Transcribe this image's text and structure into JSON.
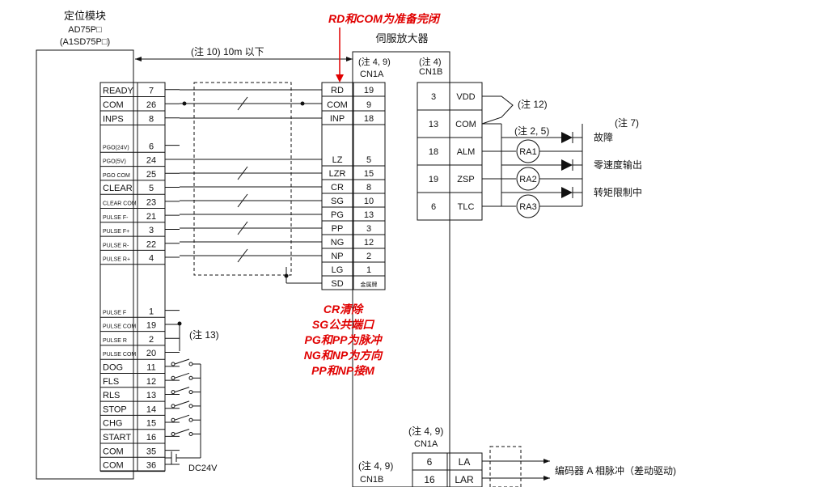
{
  "left_module": {
    "title": "定位模块",
    "model_1": "AD75P□",
    "model_2": "(A1SD75P□)",
    "pins_top": [
      {
        "label": "READY",
        "num": "7"
      },
      {
        "label": "COM",
        "num": "26"
      },
      {
        "label": "INPS",
        "num": "8"
      }
    ],
    "pins_mid": [
      {
        "label": "PGO(24V)",
        "num": "6"
      },
      {
        "label": "PGO(5V)",
        "num": "24"
      },
      {
        "label": "PGO COM",
        "num": "25"
      },
      {
        "label": "CLEAR",
        "num": "5"
      },
      {
        "label": "CLEAR COM",
        "num": "23"
      },
      {
        "label": "PULSE F-",
        "num": "21"
      },
      {
        "label": "PULSE F+",
        "num": "3"
      },
      {
        "label": "PULSE R-",
        "num": "22"
      },
      {
        "label": "PULSE R+",
        "num": "4"
      }
    ],
    "pins_bottom": [
      {
        "label": "PULSE F",
        "num": "1"
      },
      {
        "label": "PULSE COM",
        "num": "19"
      },
      {
        "label": "PULSE R",
        "num": "2"
      },
      {
        "label": "PULSE COM",
        "num": "20"
      },
      {
        "label": "DOG",
        "num": "11"
      },
      {
        "label": "FLS",
        "num": "12"
      },
      {
        "label": "RLS",
        "num": "13"
      },
      {
        "label": "STOP",
        "num": "14"
      },
      {
        "label": "CHG",
        "num": "15"
      },
      {
        "label": "START",
        "num": "16"
      },
      {
        "label": "COM",
        "num": "35"
      },
      {
        "label": "COM",
        "num": "36"
      }
    ]
  },
  "servo": {
    "title": "伺服放大器",
    "cn1a_note": "(注 4, 9)",
    "cn1a": "CN1A",
    "cn1b_note": "(注 4)",
    "cn1b": "CN1B",
    "cn1a_pins": [
      {
        "label": "RD",
        "num": "19"
      },
      {
        "label": "COM",
        "num": "9"
      },
      {
        "label": "INP",
        "num": "18"
      },
      {
        "label": "LZ",
        "num": "5"
      },
      {
        "label": "LZR",
        "num": "15"
      },
      {
        "label": "CR",
        "num": "8"
      },
      {
        "label": "SG",
        "num": "10"
      },
      {
        "label": "PG",
        "num": "13"
      },
      {
        "label": "PP",
        "num": "3"
      },
      {
        "label": "NG",
        "num": "12"
      },
      {
        "label": "NP",
        "num": "2"
      },
      {
        "label": "LG",
        "num": "1"
      },
      {
        "label": "SD",
        "num": "金属牌"
      }
    ],
    "cn1b_pins": [
      {
        "num": "3",
        "label": "VDD"
      },
      {
        "num": "13",
        "label": "COM"
      },
      {
        "num": "18",
        "label": "ALM"
      },
      {
        "num": "19",
        "label": "ZSP"
      },
      {
        "num": "6",
        "label": "TLC"
      }
    ],
    "relays": [
      "RA1",
      "RA2",
      "RA3"
    ],
    "outputs": [
      "故障",
      "零速度输出",
      "转矩限制中"
    ],
    "bottom_cn1a_note": "(注 4, 9)",
    "bottom_cn1a": "CN1A",
    "bottom_pins": [
      {
        "num": "6",
        "label": "LA"
      },
      {
        "num": "16",
        "label": "LAR"
      }
    ],
    "bottom_cn1b_note": "(注 4, 9)",
    "bottom_cn1b": "CN1B",
    "encoder_label": "编码器 A 相脉冲（差动驱动)"
  },
  "notes": {
    "note10": "(注 10) 10m 以下",
    "note12": "(注 12)",
    "note7": "(注 7)",
    "note25": "(注 2, 5)",
    "note13": "(注 13)",
    "dc24v": "DC24V"
  },
  "annotations": {
    "top": "RD和COM为准备完闭",
    "lines": [
      "CR清除",
      "SG公共端口",
      "PG和PP为脉冲",
      "NG和NP为方向",
      "PP和NP接M"
    ]
  },
  "colors": {
    "annotation": "#e00000",
    "line": "#111111"
  }
}
